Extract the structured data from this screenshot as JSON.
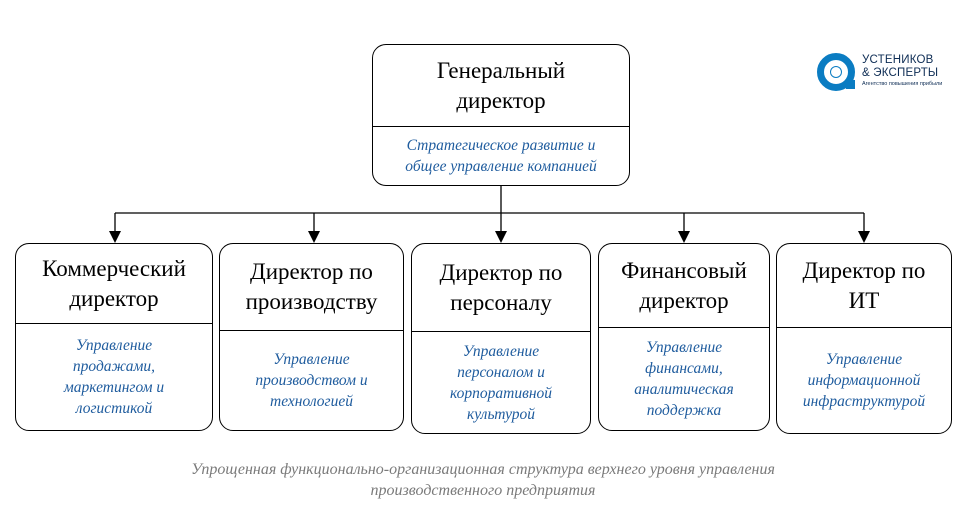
{
  "logo": {
    "name_line1": "УСТЕНИКОВ",
    "name_line2": "& ЭКСПЕРТЫ",
    "tagline": "Агентство повышения прибыли",
    "colors": {
      "ring": "#0a7cc2",
      "text": "#0d2c54"
    }
  },
  "top": {
    "title_line1": "Генеральный",
    "title_line2": "директор",
    "desc_line1": "Стратегическое развитие и",
    "desc_line2": "общее управление компанией"
  },
  "directors": [
    {
      "title": [
        "Коммерческий",
        "директор"
      ],
      "desc": [
        "Управление",
        "продажами,",
        "маркетингом и",
        "логистикой"
      ]
    },
    {
      "title": [
        "Директор по",
        "производству"
      ],
      "desc": [
        "Управление",
        "производством и",
        "технологией"
      ]
    },
    {
      "title": [
        "Директор по",
        "персоналу"
      ],
      "desc": [
        "Управление",
        "персоналом и",
        "корпоративной",
        "культурой"
      ]
    },
    {
      "title": [
        "Финансовый",
        "директор"
      ],
      "desc": [
        "Управление",
        "финансами,",
        "аналитическая",
        "поддержка"
      ]
    },
    {
      "title": [
        "Директор по",
        "ИТ"
      ],
      "desc": [
        "Управление",
        "информационной",
        "инфраструктурой"
      ]
    }
  ],
  "caption": {
    "line1": "Упрощенная функционально-организационная структура верхнего уровня управления",
    "line2": "производственного предприятия"
  },
  "colors": {
    "description_text": "#1f5c9e",
    "caption_text": "#7a7a7a",
    "lines": "#000000"
  }
}
